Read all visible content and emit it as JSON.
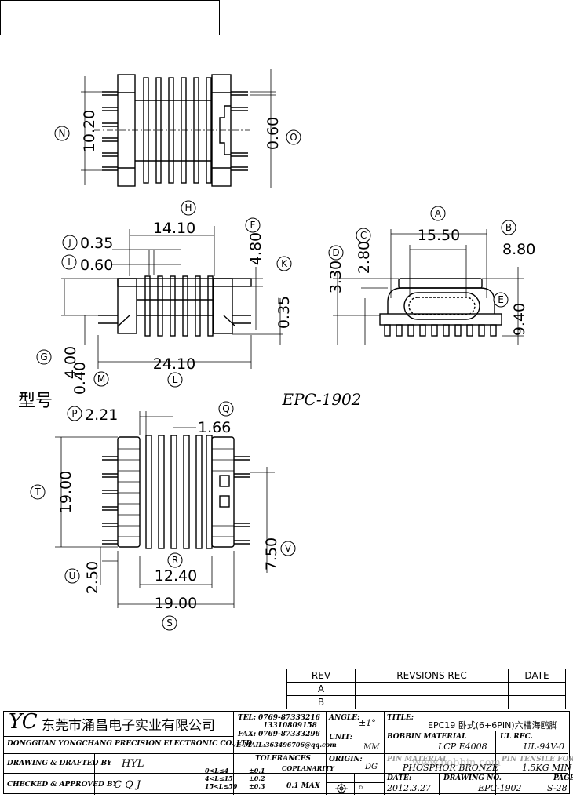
{
  "header": {
    "label": "型号",
    "model": "EPC-1902"
  },
  "dimensions": {
    "N": "10.20",
    "O": "0.60",
    "H": "14.10",
    "F": "4.80",
    "J": "0.35",
    "I": "0.60",
    "K": "0.35",
    "G": "4.00",
    "M": "0.40",
    "L": "24.10",
    "A": "15.50",
    "B": "8.80",
    "C": "2.80",
    "D": "3.30",
    "E": "9.40",
    "P": "2.21",
    "Q": "1.66",
    "T": "19.00",
    "U": "2.50",
    "R": "12.40",
    "V": "7.50",
    "S": "19.00"
  },
  "revision": {
    "rev_header": "REV",
    "revisions_header": "REVSIONS REC",
    "date_header": "DATE",
    "rows": [
      "A",
      "B"
    ]
  },
  "company": {
    "logo": "YC",
    "name_cn": "东莞市涌昌电子实业有限公司",
    "name_en": "DONGGUAN YONGCHANG PRECISION ELECTRONIC CO.,LTD",
    "tel_label": "TEL:",
    "tel1": "0769-87333216",
    "tel2": "13310809158",
    "fax_label": "FAX:",
    "fax": "0769-87333296",
    "email": "E-MAIL:363496706@qq.com"
  },
  "drawn": {
    "label": "DRAWING & DRAFTED BY",
    "value": "HYL"
  },
  "checked": {
    "label": "CHECKED & APPROVED BY",
    "value": "C Q J"
  },
  "tolerances": {
    "label": "TOLERANCES",
    "ranges": [
      "0<L≤4",
      "4<L≤15",
      "15<L≤50"
    ],
    "values": [
      "±0.1",
      "±0.2",
      "±0.3"
    ]
  },
  "coplanarity": {
    "label": "COPLANARITY",
    "value": "0.1 MAX"
  },
  "angle": {
    "label": "ANGLE:",
    "value": "±1°"
  },
  "unit": {
    "label": "UNIT:",
    "value": "MM"
  },
  "origin": {
    "label": "ORIGIN:",
    "value": "DG"
  },
  "title": {
    "label": "TITLE:",
    "value": "EPC19 卧式(6+6PIN)六槽海鸥脚"
  },
  "bobbin_material": {
    "label": "BOBBIN MATERIAL",
    "value": "LCP E4008"
  },
  "ul_rec": {
    "label": "UL REC.",
    "value": "UL-94V-0"
  },
  "pin_material": {
    "label": "PIN MATERIAL",
    "value": "PHOSPHOR BRONZE"
  },
  "pin_tensile": {
    "label": "PIN TENSILE FORCE",
    "value": "1.5KG MIN"
  },
  "date": {
    "label": "DATE:",
    "value": "2012.3.27"
  },
  "drawing_no": {
    "label": "DRAWING NO.",
    "value": "EPC-1902"
  },
  "page": {
    "label": "PAGE",
    "value": "S-28"
  },
  "watermark": "www.bobbin.com"
}
